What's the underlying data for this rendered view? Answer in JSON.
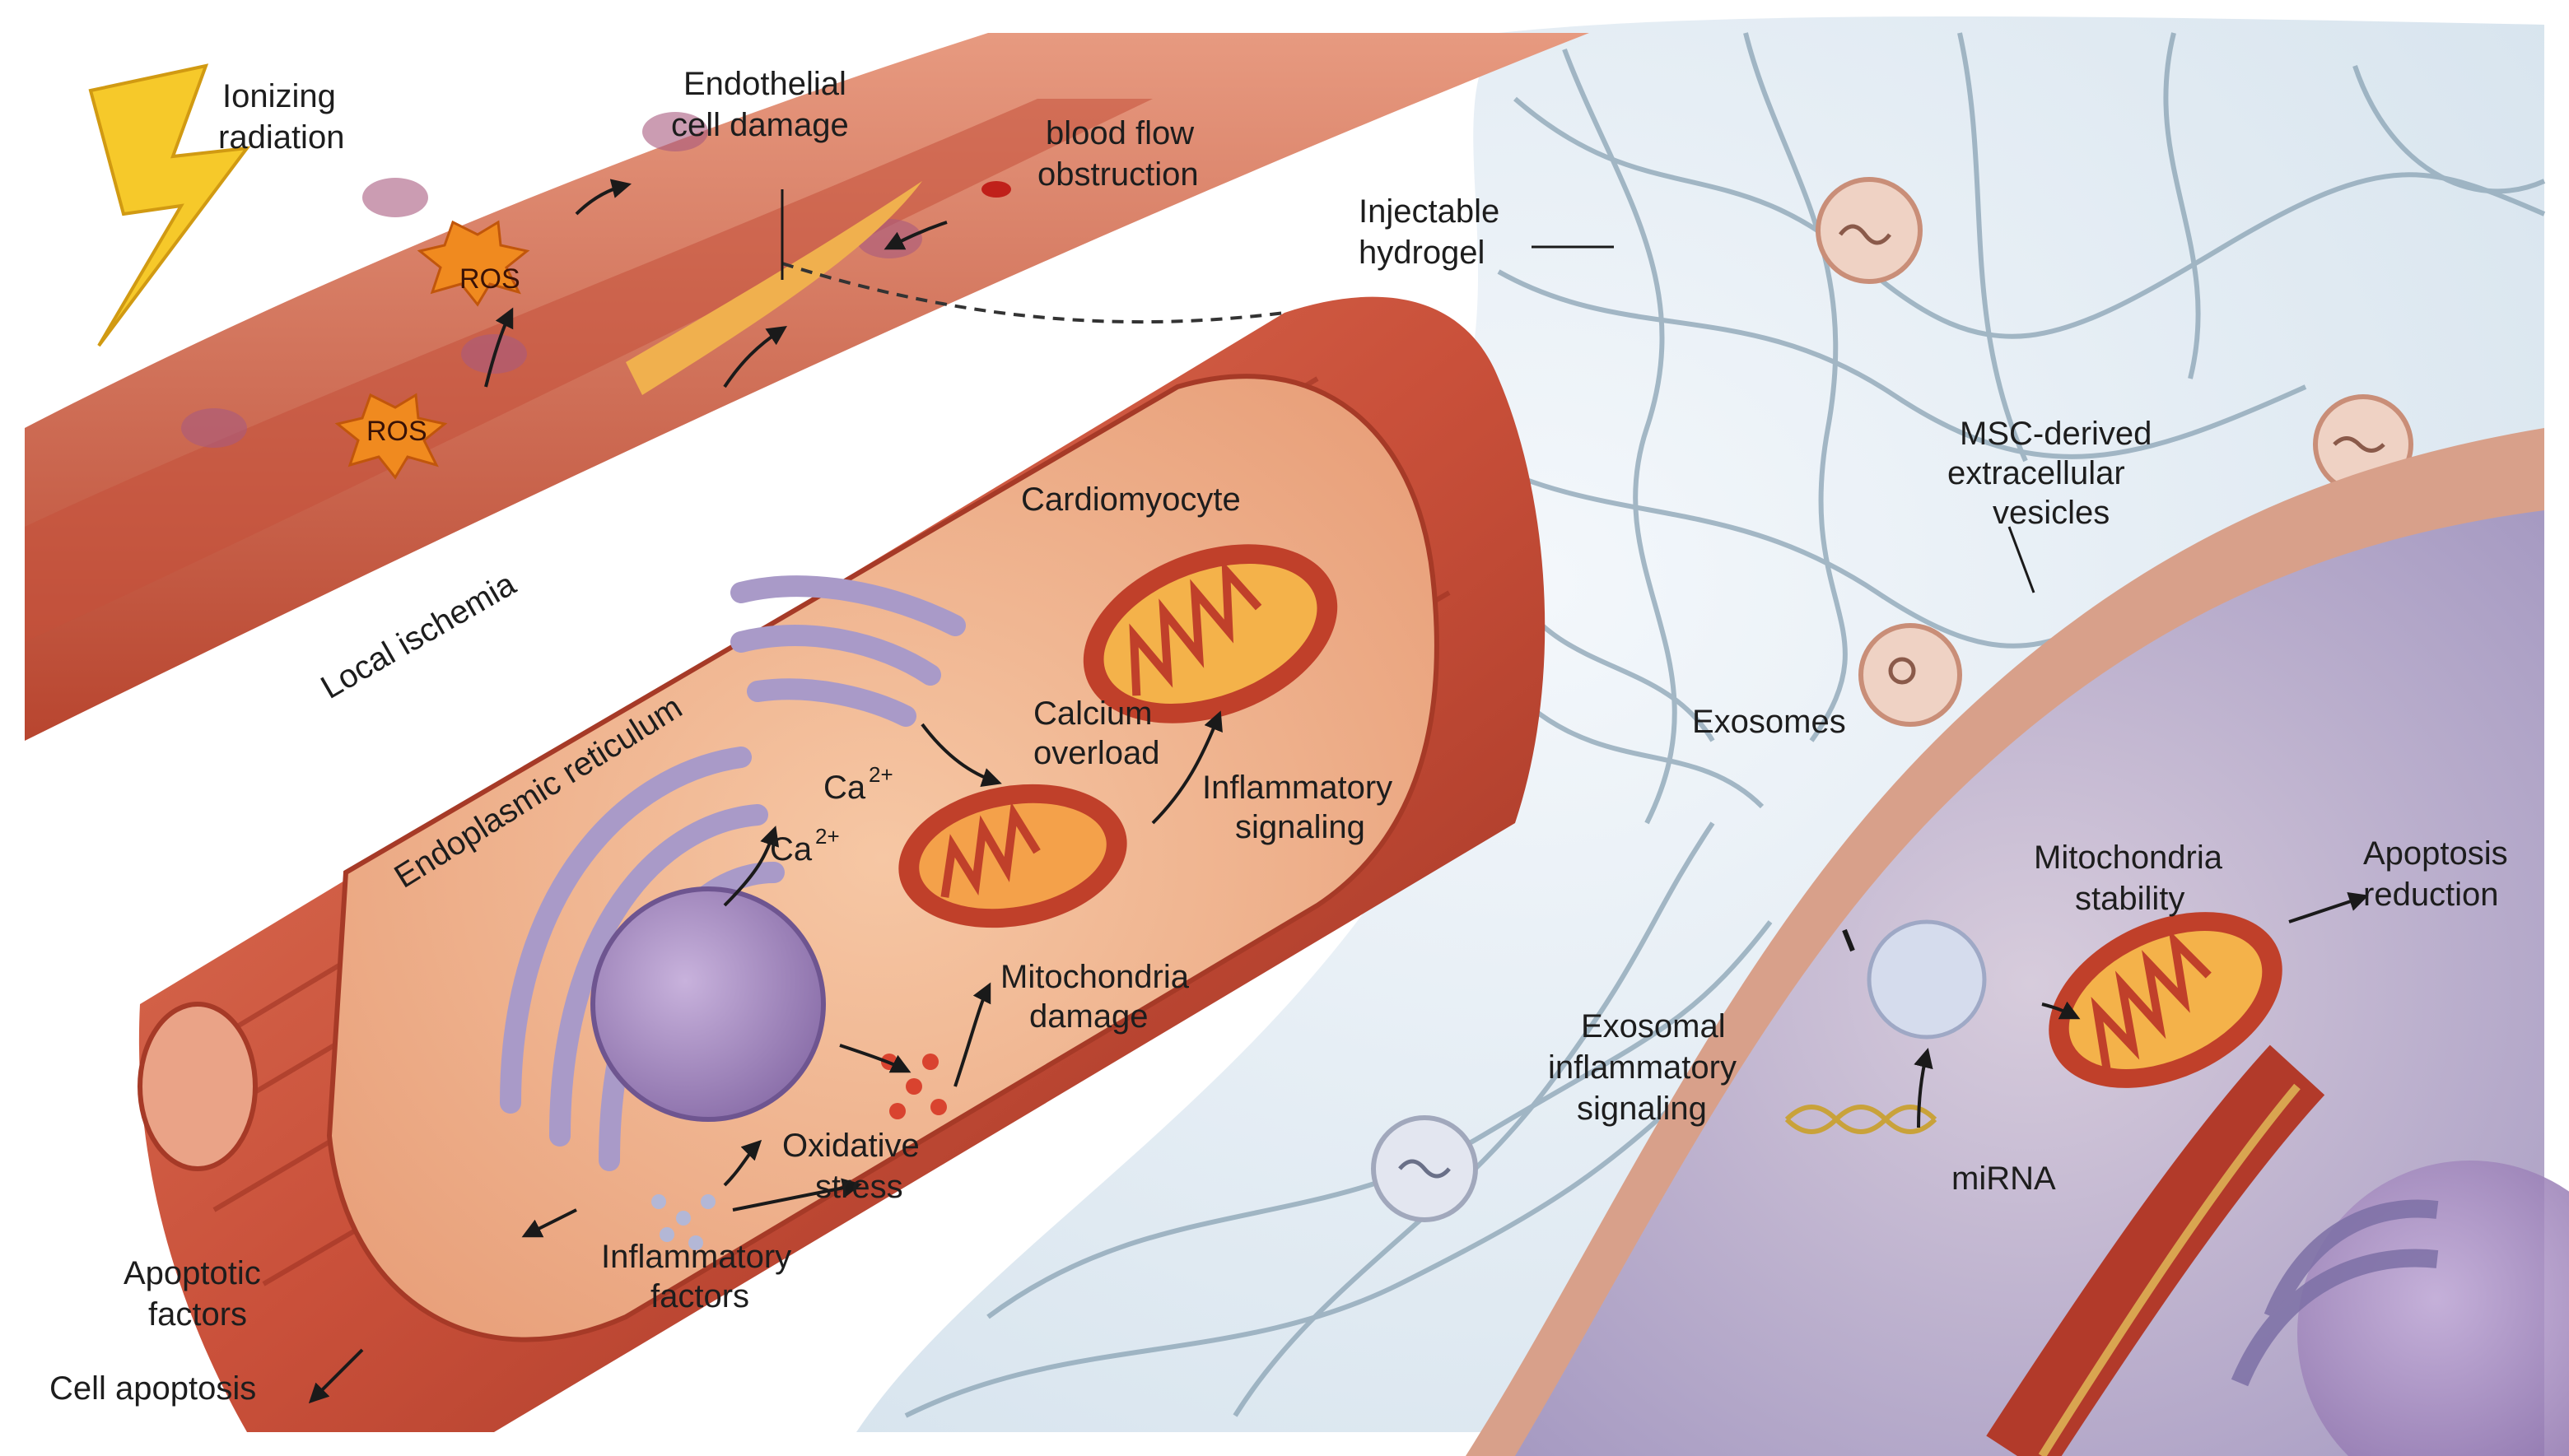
{
  "labels": {
    "ionizing_radiation_1": "Ionizing",
    "ionizing_radiation_2": "radiation",
    "ros_1": "ROS",
    "ros_2": "ROS",
    "endothelial_1": "Endothelial",
    "endothelial_2": "cell damage",
    "blood_flow_1": "blood flow",
    "blood_flow_2": "obstruction",
    "injectable_1": "Injectable",
    "injectable_2": "hydrogel",
    "local_ischemia": "Local ischemia",
    "cardiomyocyte": "Cardiomyocyte",
    "endoplasmic_reticulum": "Endoplasmic reticulum",
    "ca_1": "Ca",
    "ca_1_sup": "2+",
    "ca_2": "Ca",
    "ca_2_sup": "2+",
    "calcium_1": "Calcium",
    "calcium_2": "overload",
    "inflammatory_signaling_1": "Inflammatory",
    "inflammatory_signaling_2": "signaling",
    "mito_damage_1": "Mitochondria",
    "mito_damage_2": "damage",
    "oxidative_1": "Oxidative",
    "oxidative_2": "stress",
    "inflammatory_factors_1": "Inflammatory",
    "inflammatory_factors_2": "factors",
    "apoptotic_1": "Apoptotic",
    "apoptotic_2": "factors",
    "cell_apoptosis": "Cell apoptosis",
    "msc_1": "MSC-derived",
    "msc_2": "extracellular",
    "msc_3": "vesicles",
    "exosomes": "Exosomes",
    "exosomal_1": "Exosomal",
    "exosomal_2": "inflammatory",
    "exosomal_3": "signaling",
    "mito_stability_1": "Mitochondria",
    "mito_stability_2": "stability",
    "apoptosis_reduction_1": "Apoptosis",
    "apoptosis_reduction_2": "reduction",
    "mirna": "miRNA"
  },
  "colors": {
    "muscle": "#c9503a",
    "muscle_dark": "#8f2a1c",
    "muscle_light": "#e58a6f",
    "cytoplasm": "#f1b48f",
    "er": "#a99ac8",
    "nucleus": "#9b82b8",
    "mito_outer": "#c0402a",
    "mito_inner": "#f4b24a",
    "hydrogel": "#dfe9f2",
    "fiber": "#8aa3b4",
    "vesicle": "#e9c3b4",
    "ros": "#f08a1f",
    "bolt": "#f6c92a"
  }
}
